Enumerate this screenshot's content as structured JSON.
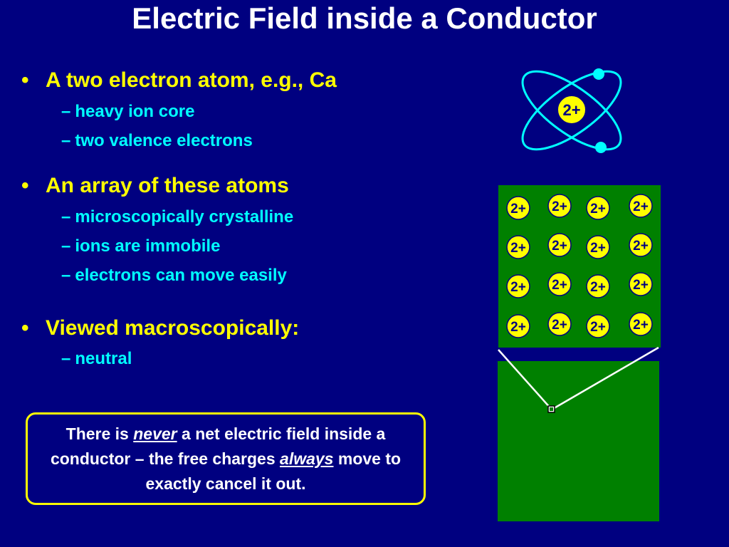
{
  "slide": {
    "title": "Electric Field inside a Conductor",
    "ion_charge": "2+",
    "sections": [
      {
        "bullet": "A two electron atom, e.g., Ca",
        "subs": [
          "heavy ion core",
          "two  valence electrons"
        ]
      },
      {
        "bullet": "An array of these atoms",
        "subs": [
          "microscopically crystalline",
          "ions are immobile",
          "electrons can move easily"
        ]
      },
      {
        "bullet": "Viewed macroscopically:",
        "subs": [
          "neutral"
        ]
      }
    ],
    "callout": {
      "part1": "There is ",
      "emph1": "never",
      "part2": " a net electric field inside a conductor – the free charges ",
      "emph2": "always",
      "part3": " move to exactly cancel it out."
    },
    "bullet_glyph": "•",
    "dash_glyph": "–",
    "colors": {
      "background": "#000080",
      "title": "#ffffff",
      "bullet": "#ffff00",
      "sub": "#00ffff",
      "ion": "#ffff00",
      "electron": "#00ffff",
      "conductor": "#008000"
    },
    "array": {
      "rows": 4,
      "cols": 4
    }
  }
}
